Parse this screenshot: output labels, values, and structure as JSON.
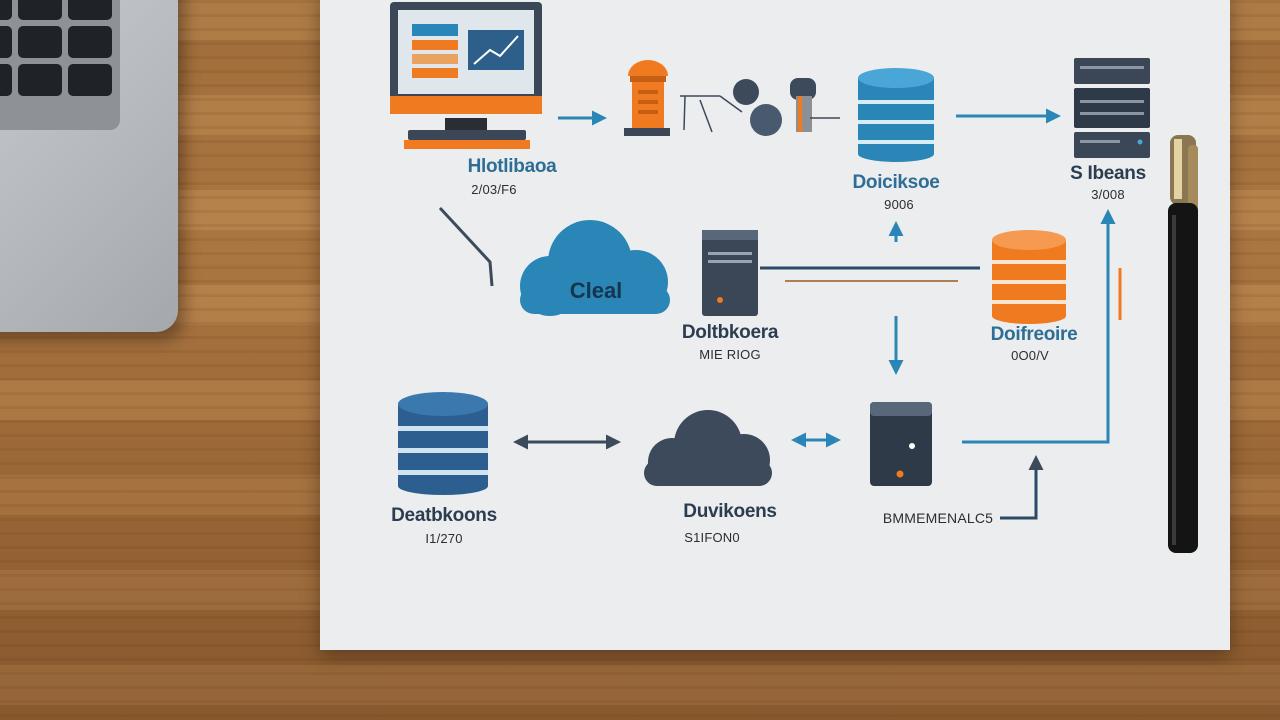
{
  "diagram": {
    "nodes": [
      {
        "id": "workstation",
        "label": "Hlotlibaoa",
        "sublabel": "2/03/F6",
        "icon": "desktop-monitor-icon"
      },
      {
        "id": "database-top",
        "label": "Doiciksoe",
        "sublabel": "9006",
        "icon": "database-icon"
      },
      {
        "id": "server-rack",
        "label": "S Ibeans",
        "sublabel": "3/008",
        "icon": "server-rack-icon"
      },
      {
        "id": "cloud-main",
        "label": "Cleal",
        "icon": "cloud-icon"
      },
      {
        "id": "server-mid",
        "label": "Doltbkoera",
        "sublabel": "MIE RIOG",
        "icon": "server-tower-icon"
      },
      {
        "id": "database-orange",
        "label": "Doifreoire",
        "sublabel": "0O0/V",
        "icon": "database-icon"
      },
      {
        "id": "database-bottom",
        "label": "Deatbkoons",
        "sublabel": "I1/270",
        "icon": "database-icon"
      },
      {
        "id": "cloud-bottom",
        "label": "Duvikoens",
        "sublabel": "S1IFON0",
        "icon": "cloud-icon"
      },
      {
        "id": "server-bottom",
        "label": "BMMEMENALC5",
        "icon": "server-tower-icon"
      }
    ],
    "colors": {
      "blue": "#2b86b8",
      "dark_blue": "#2c4966",
      "orange": "#f07a1f",
      "slate": "#3d4a5c"
    }
  }
}
